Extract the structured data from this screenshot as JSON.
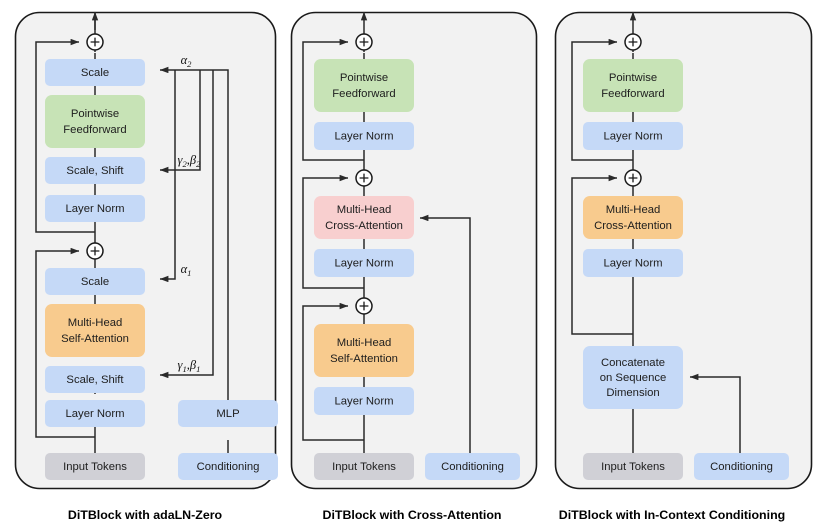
{
  "figure": {
    "title": "DiT block architecture variants",
    "panel_bg": "#f2f2f2",
    "panel_border": "#1a1a1a",
    "line_color": "#2a2a2a"
  },
  "colors": {
    "blue": "#c5d9f7",
    "green": "#c7e3b6",
    "orange": "#f8cb8e",
    "pink": "#f8cfcf",
    "grey": "#d0d0d6"
  },
  "panels": [
    {
      "id": "adaln-zero",
      "caption": "DiTBlock with adaLN-Zero",
      "nodes": [
        {
          "name": "scale-2",
          "label": "Scale",
          "color": "blue"
        },
        {
          "name": "pointwise-feedforward",
          "label": "Pointwise\nFeedforward",
          "color": "green"
        },
        {
          "name": "scale-shift-2",
          "label": "Scale, Shift",
          "color": "blue"
        },
        {
          "name": "layer-norm-2",
          "label": "Layer Norm",
          "color": "blue"
        },
        {
          "name": "scale-1",
          "label": "Scale",
          "color": "blue"
        },
        {
          "name": "multi-head-self-attention",
          "label": "Multi-Head\nSelf-Attention",
          "color": "orange"
        },
        {
          "name": "scale-shift-1",
          "label": "Scale, Shift",
          "color": "blue"
        },
        {
          "name": "layer-norm-1",
          "label": "Layer Norm",
          "color": "blue"
        },
        {
          "name": "input-tokens",
          "label": "Input Tokens",
          "color": "grey"
        },
        {
          "name": "mlp",
          "label": "MLP",
          "color": "blue"
        },
        {
          "name": "conditioning",
          "label": "Conditioning",
          "color": "blue"
        }
      ],
      "edge_labels": [
        {
          "name": "alpha-2-label",
          "base": "α",
          "sub": "2"
        },
        {
          "name": "gamma-beta-2-label",
          "base": "γ",
          "sub": "2",
          "base2": "β",
          "sub2": "2"
        },
        {
          "name": "alpha-1-label",
          "base": "α",
          "sub": "1"
        },
        {
          "name": "gamma-beta-1-label",
          "base": "γ",
          "sub": "1",
          "base2": "β",
          "sub2": "1"
        }
      ],
      "operators": [
        "plus",
        "plus"
      ]
    },
    {
      "id": "cross-attention",
      "caption": "DiTBlock with Cross-Attention",
      "nodes": [
        {
          "name": "pointwise-feedforward",
          "label": "Pointwise\nFeedforward",
          "color": "green"
        },
        {
          "name": "layer-norm-3",
          "label": "Layer Norm",
          "color": "blue"
        },
        {
          "name": "multi-head-cross-attention",
          "label": "Multi-Head\nCross-Attention",
          "color": "pink"
        },
        {
          "name": "layer-norm-2",
          "label": "Layer Norm",
          "color": "blue"
        },
        {
          "name": "multi-head-self-attention",
          "label": "Multi-Head\nSelf-Attention",
          "color": "orange"
        },
        {
          "name": "layer-norm-1",
          "label": "Layer Norm",
          "color": "blue"
        },
        {
          "name": "input-tokens",
          "label": "Input Tokens",
          "color": "grey"
        },
        {
          "name": "conditioning",
          "label": "Conditioning",
          "color": "blue"
        }
      ],
      "edge_labels": [],
      "operators": [
        "plus",
        "plus",
        "plus"
      ]
    },
    {
      "id": "in-context-conditioning",
      "caption": "DiTBlock with In-Context Conditioning",
      "nodes": [
        {
          "name": "pointwise-feedforward",
          "label": "Pointwise\nFeedforward",
          "color": "green"
        },
        {
          "name": "layer-norm-2",
          "label": "Layer Norm",
          "color": "blue"
        },
        {
          "name": "multi-head-cross-attention",
          "label": "Multi-Head\nCross-Attention",
          "color": "orange"
        },
        {
          "name": "layer-norm-1",
          "label": "Layer Norm",
          "color": "blue"
        },
        {
          "name": "concatenate",
          "label": "Concatenate\non Sequence\nDimension",
          "color": "blue"
        },
        {
          "name": "input-tokens",
          "label": "Input Tokens",
          "color": "grey"
        },
        {
          "name": "conditioning",
          "label": "Conditioning",
          "color": "blue"
        }
      ],
      "edge_labels": [],
      "operators": [
        "plus",
        "plus"
      ]
    }
  ]
}
